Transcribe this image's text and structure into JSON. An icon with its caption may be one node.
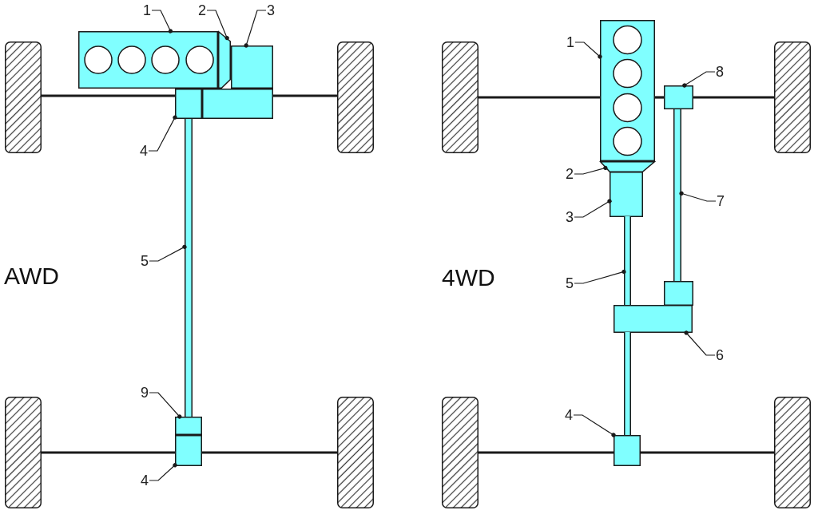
{
  "diagram": {
    "nodes": [
      {
        "text": [
          "1"
        ]
      },
      {
        "text": [],
        "shape": "box"
      },
      {
        "text": [
          "2"
        ]
      },
      {
        "text": [],
        "shape": "box"
      },
      {
        "text": [
          "3"
        ]
      },
      {
        "text": [],
        "shape": "box"
      },
      {
        "text": [],
        "shape": "box"
      },
      {
        "text": [],
        "shape": "box"
      },
      {
        "text": [
          "4"
        ]
      },
      {
        "text": [],
        "shape": "box"
      },
      {
        "text": [],
        "shape": "box"
      },
      {
        "text": [
          "5"
        ]
      },
      {
        "text": [],
        "shape": "bar"
      },
      {
        "text": [
          "9"
        ]
      },
      {
        "text": [],
        "shape": "box"
      },
      {
        "text": [],
        "shape": "box"
      },
      {
        "text": [],
        "shape": "box"
      },
      {
        "text": [
          "4"
        ]
      },
      {
        "text": [],
        "shape": "box"
      },
      {
        "text": [
          "1"
        ]
      },
      {
        "text": [],
        "shape": "box"
      },
      {
        "text": [],
        "shape": "box"
      },
      {
        "text": [],
        "shape": "box"
      },
      {
        "text": [
          "8"
        ]
      },
      {
        "text": [],
        "shape": "box"
      },
      {
        "text": [
          "2"
        ]
      },
      {
        "text": [],
        "shape": "box"
      },
      {
        "text": [
          "3"
        ]
      },
      {
        "text": [],
        "shape": "box"
      },
      {
        "text": [
          "7"
        ]
      },
      {
        "text": [],
        "shape": "bar"
      },
      {
        "text": [
          "5"
        ]
      },
      {
        "text": [],
        "shape": "bar"
      },
      {
        "text": [],
        "shape": "box"
      },
      {
        "text": [],
        "shape": "box"
      },
      {
        "text": [
          "6"
        ]
      },
      {
        "text": [],
        "shape": "bar"
      },
      {
        "text": [
          "4"
        ]
      },
      {
        "text": [],
        "shape": "box"
      },
      {
        "text": [],
        "shape": "box"
      },
      {
        "text": [],
        "shape": "box"
      }
    ],
    "edges": [
      {
        "from": 0,
        "to": 1,
        "arrow": "other"
      },
      {
        "from": 2,
        "to": 3,
        "arrow": "other"
      },
      {
        "from": 4,
        "to": 5,
        "arrow": "other"
      },
      {
        "from": 8,
        "to": 9,
        "arrow": "other"
      },
      {
        "from": 11,
        "to": 12,
        "arrow": "other"
      },
      {
        "from": 13,
        "to": 14,
        "arrow": "other"
      },
      {
        "from": 17,
        "to": 18,
        "arrow": "other"
      },
      {
        "from": 19,
        "to": 20,
        "arrow": "other"
      },
      {
        "from": 23,
        "to": 24,
        "arrow": "other"
      },
      {
        "from": 25,
        "to": 26,
        "arrow": "other"
      },
      {
        "from": 27,
        "to": 28,
        "arrow": "other"
      },
      {
        "from": 29,
        "to": 30,
        "arrow": "other"
      },
      {
        "from": 31,
        "to": 32,
        "arrow": "other"
      },
      {
        "from": 35,
        "to": 34,
        "arrow": "other"
      },
      {
        "from": 37,
        "to": 38,
        "arrow": "other"
      },
      {
        "from": 6,
        "to": 9,
        "arrow": "none",
        "style": "thick"
      },
      {
        "from": 10,
        "to": 7,
        "arrow": "none",
        "style": "thick"
      },
      {
        "from": 15,
        "to": 18,
        "arrow": "none",
        "style": "thick"
      },
      {
        "from": 18,
        "to": 16,
        "arrow": "none",
        "style": "thick"
      },
      {
        "from": 21,
        "to": 20,
        "arrow": "none",
        "style": "thick"
      },
      {
        "from": 20,
        "to": 24,
        "arrow": "none",
        "style": "thick"
      },
      {
        "from": 24,
        "to": 22,
        "arrow": "none",
        "style": "thick"
      },
      {
        "from": 39,
        "to": 38,
        "arrow": "none",
        "style": "thick"
      },
      {
        "from": 38,
        "to": 40,
        "arrow": "none",
        "style": "thick"
      }
    ],
    "labels": [
      "AWD",
      "4WD"
    ]
  }
}
